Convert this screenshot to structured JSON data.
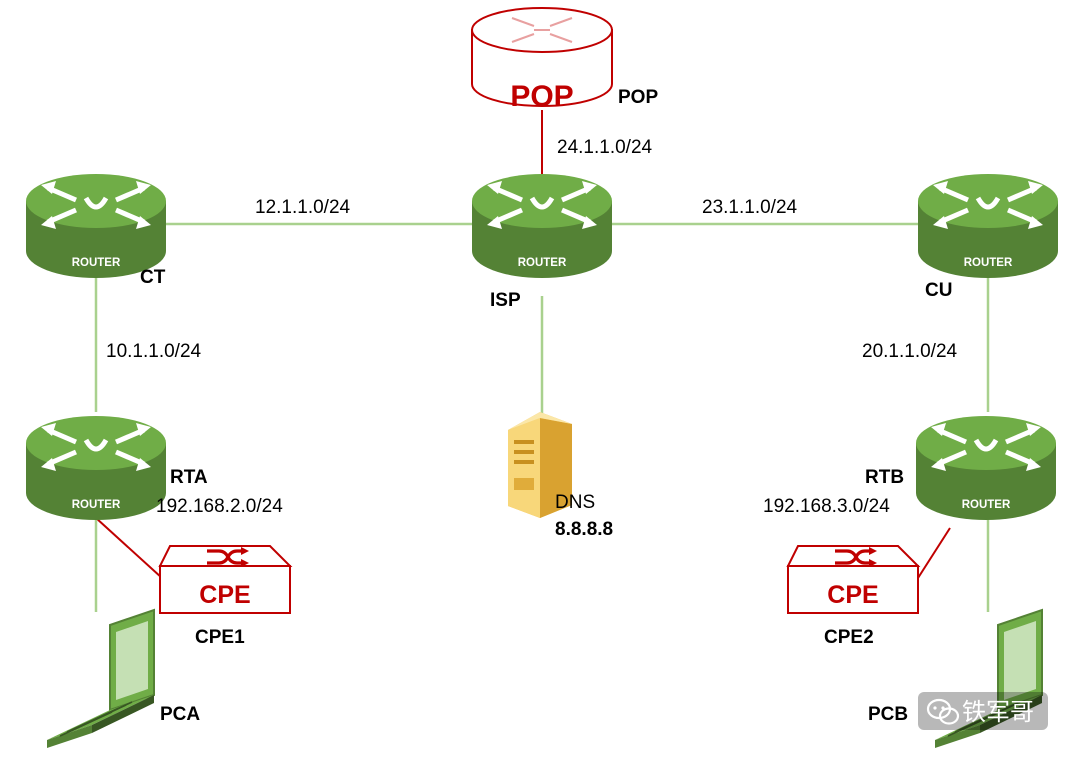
{
  "colors": {
    "link_green": "#a9d18e",
    "link_red": "#c00000",
    "router_green": "#70ad47",
    "router_green_dark": "#548235",
    "pop_red": "#c00000",
    "server_gold": "#f4c04d"
  },
  "devices": {
    "pop": {
      "icon_text": "POP",
      "label": "POP"
    },
    "isp": {
      "icon_text": "ROUTER",
      "label": "ISP"
    },
    "ct": {
      "icon_text": "ROUTER",
      "label": "CT"
    },
    "cu": {
      "icon_text": "ROUTER",
      "label": "CU"
    },
    "rta": {
      "icon_text": "ROUTER",
      "label": "RTA"
    },
    "rtb": {
      "icon_text": "ROUTER",
      "label": "RTB"
    },
    "cpe1": {
      "icon_text": "CPE",
      "label": "CPE1"
    },
    "cpe2": {
      "icon_text": "CPE",
      "label": "CPE2"
    },
    "dns": {
      "label": "DNS",
      "ip": "8.8.8.8"
    },
    "pca": {
      "label": "PCA"
    },
    "pcb": {
      "label": "PCB"
    }
  },
  "networks": {
    "isp_pop": "24.1.1.0/24",
    "ct_isp": "12.1.1.0/24",
    "isp_cu": "23.1.1.0/24",
    "ct_rta": "10.1.1.0/24",
    "cu_rtb": "20.1.1.0/24",
    "rta_lan": "192.168.2.0/24",
    "rtb_lan": "192.168.3.0/24"
  },
  "watermark": {
    "text": "铁军哥",
    "icon": "wechat-icon"
  }
}
